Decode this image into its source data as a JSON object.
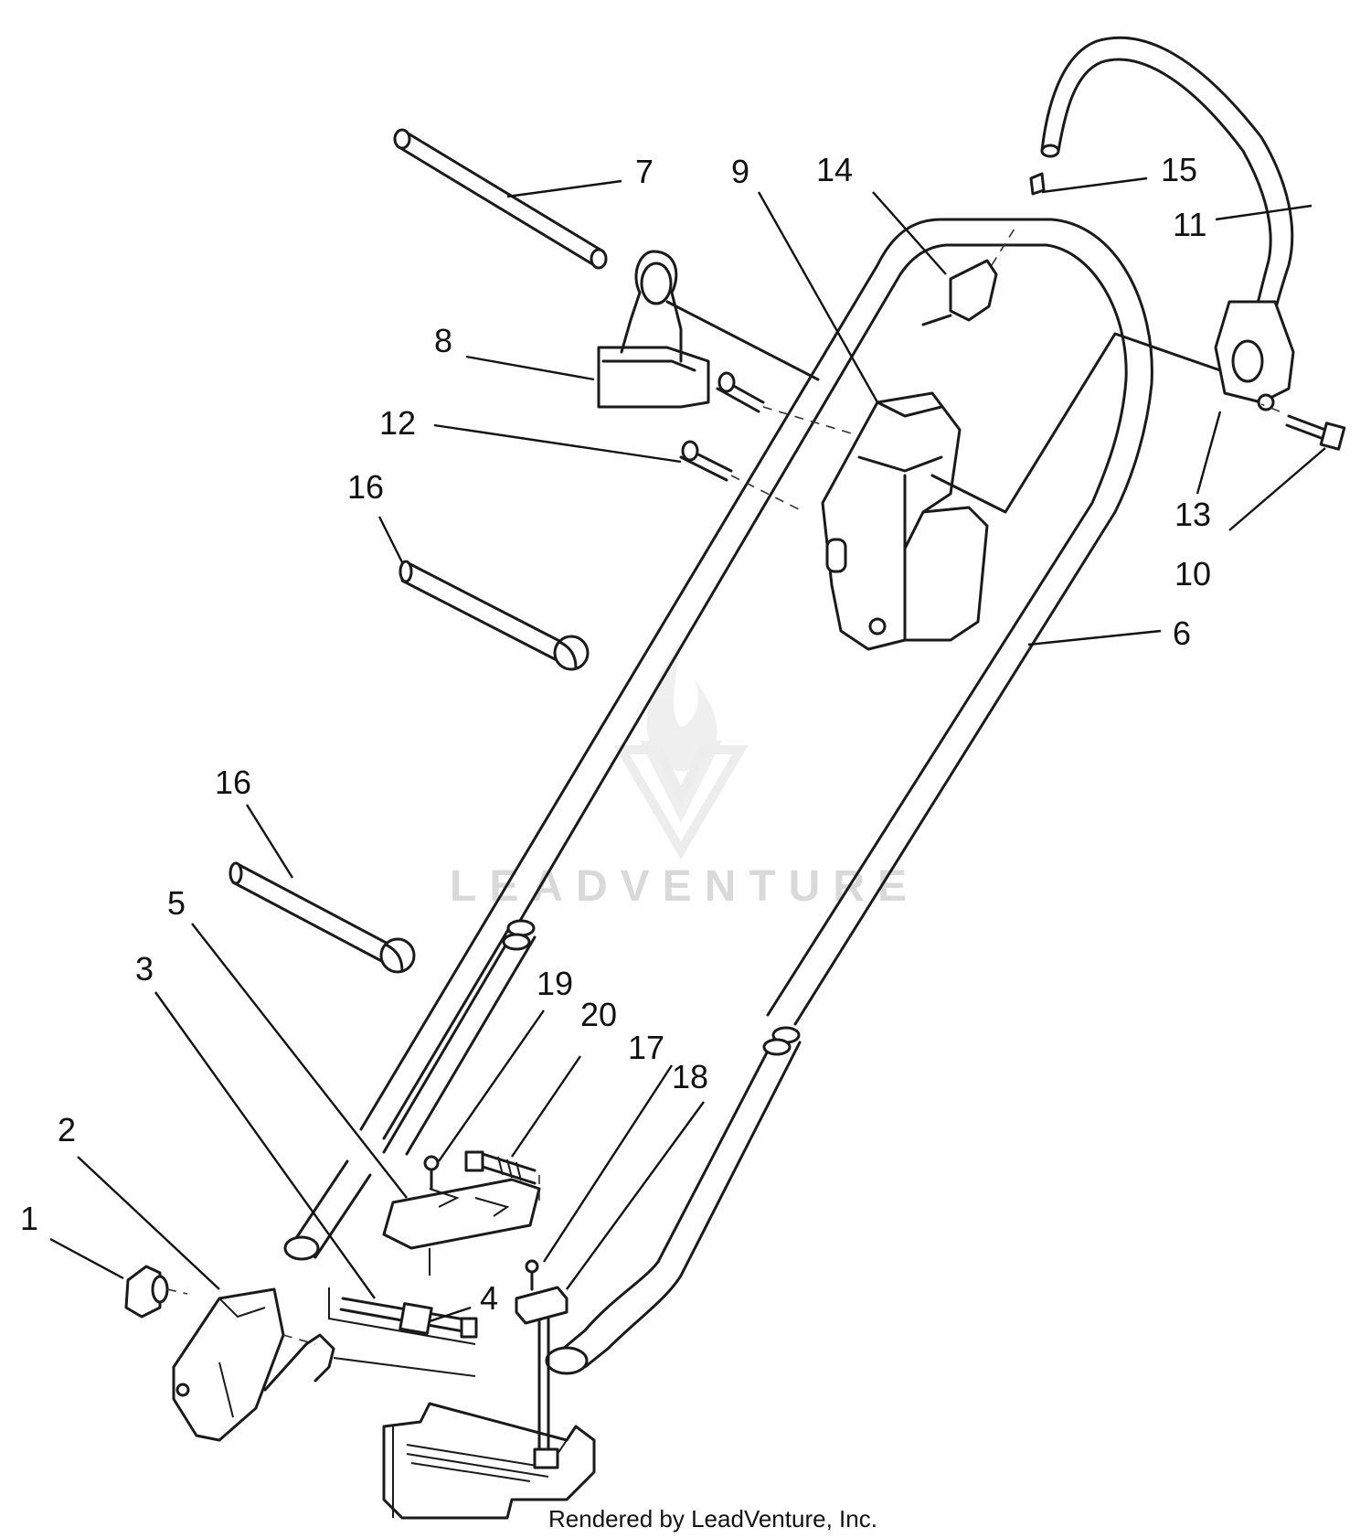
{
  "callouts": [
    {
      "id": "c1",
      "text": "1"
    },
    {
      "id": "c2",
      "text": "2"
    },
    {
      "id": "c3",
      "text": "3"
    },
    {
      "id": "c4",
      "text": "4"
    },
    {
      "id": "c5",
      "text": "5"
    },
    {
      "id": "c6",
      "text": "6"
    },
    {
      "id": "c7",
      "text": "7"
    },
    {
      "id": "c8",
      "text": "8"
    },
    {
      "id": "c9",
      "text": "9"
    },
    {
      "id": "c10",
      "text": "10"
    },
    {
      "id": "c11",
      "text": "11"
    },
    {
      "id": "c12",
      "text": "12"
    },
    {
      "id": "c13",
      "text": "13"
    },
    {
      "id": "c14",
      "text": "14"
    },
    {
      "id": "c15",
      "text": "15"
    },
    {
      "id": "c16a",
      "text": "16"
    },
    {
      "id": "c16b",
      "text": "16"
    },
    {
      "id": "c17",
      "text": "17"
    },
    {
      "id": "c18",
      "text": "18"
    },
    {
      "id": "c19",
      "text": "19"
    },
    {
      "id": "c20",
      "text": "20"
    }
  ],
  "watermark": {
    "text": "LEADVENTURE"
  },
  "credit": {
    "text": "Rendered by LeadVenture, Inc."
  },
  "colors": {
    "ink": "#1a1a1a",
    "watermark": "#d9d9d9",
    "background": "#ffffff"
  }
}
